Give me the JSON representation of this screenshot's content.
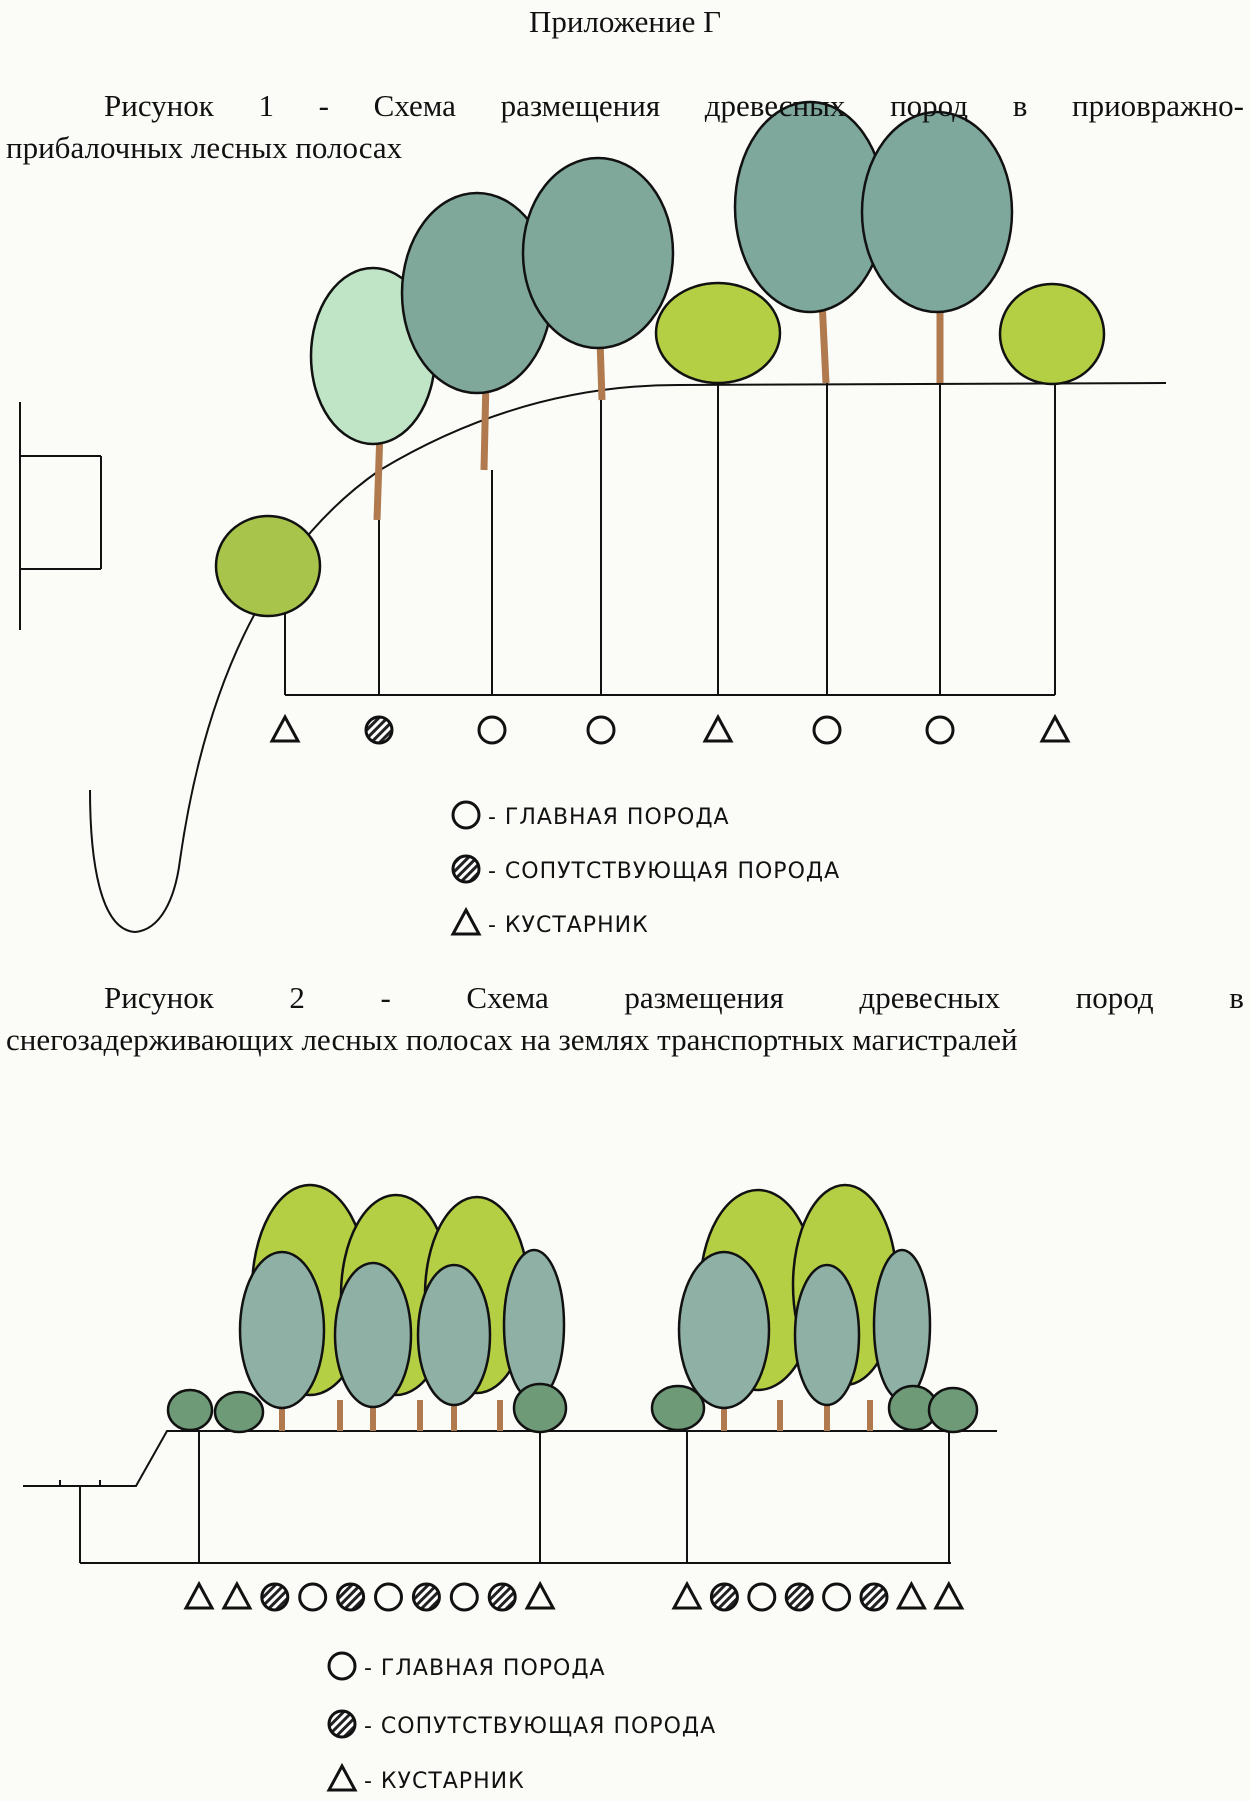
{
  "appendix_title": "Приложение Г",
  "figure1": {
    "caption_line1_words": [
      "Рисунок",
      "1",
      "-",
      "Схема",
      "размещения",
      "древесных",
      "пород",
      "в",
      "приовражно-"
    ],
    "caption_line2": "прибалочных лесных полосах",
    "planting_sequence": [
      "shrub",
      "companion",
      "main",
      "main",
      "shrub",
      "main",
      "main",
      "shrub"
    ],
    "legend": [
      {
        "symbol": "circle",
        "label": "- ГЛАВНАЯ ПОРОДА"
      },
      {
        "symbol": "hatched-circle",
        "label": "- СОПУТСТВУЮЩАЯ ПОРОДА"
      },
      {
        "symbol": "triangle",
        "label": "- КУСТАРНИК"
      }
    ]
  },
  "figure2": {
    "caption_line1_words": [
      "Рисунок",
      "2",
      "-",
      "Схема",
      "размещения",
      "древесных",
      "пород",
      "в"
    ],
    "caption_line2": "снегозадерживающих лесных полосах на землях транспортных магистралей",
    "planting_sequence_group1": [
      "shrub",
      "shrub",
      "companion",
      "main",
      "companion",
      "main",
      "companion",
      "main",
      "companion",
      "shrub"
    ],
    "planting_sequence_group2": [
      "shrub",
      "companion",
      "main",
      "companion",
      "main",
      "companion",
      "shrub",
      "shrub"
    ],
    "legend": [
      {
        "symbol": "circle",
        "label": "- ГЛАВНАЯ ПОРОДА"
      },
      {
        "symbol": "hatched-circle",
        "label": "- СОПУТСТВУЮЩАЯ ПОРОДА"
      },
      {
        "symbol": "triangle",
        "label": "- КУСТАРНИК"
      }
    ]
  },
  "colors": {
    "dark_crown": "#7fa89a",
    "light_crown": "#bfe4c6",
    "yellow_crown": "#b5cf45",
    "trunk": "#b07a4e",
    "shrub_dark": "#6f9a78"
  }
}
